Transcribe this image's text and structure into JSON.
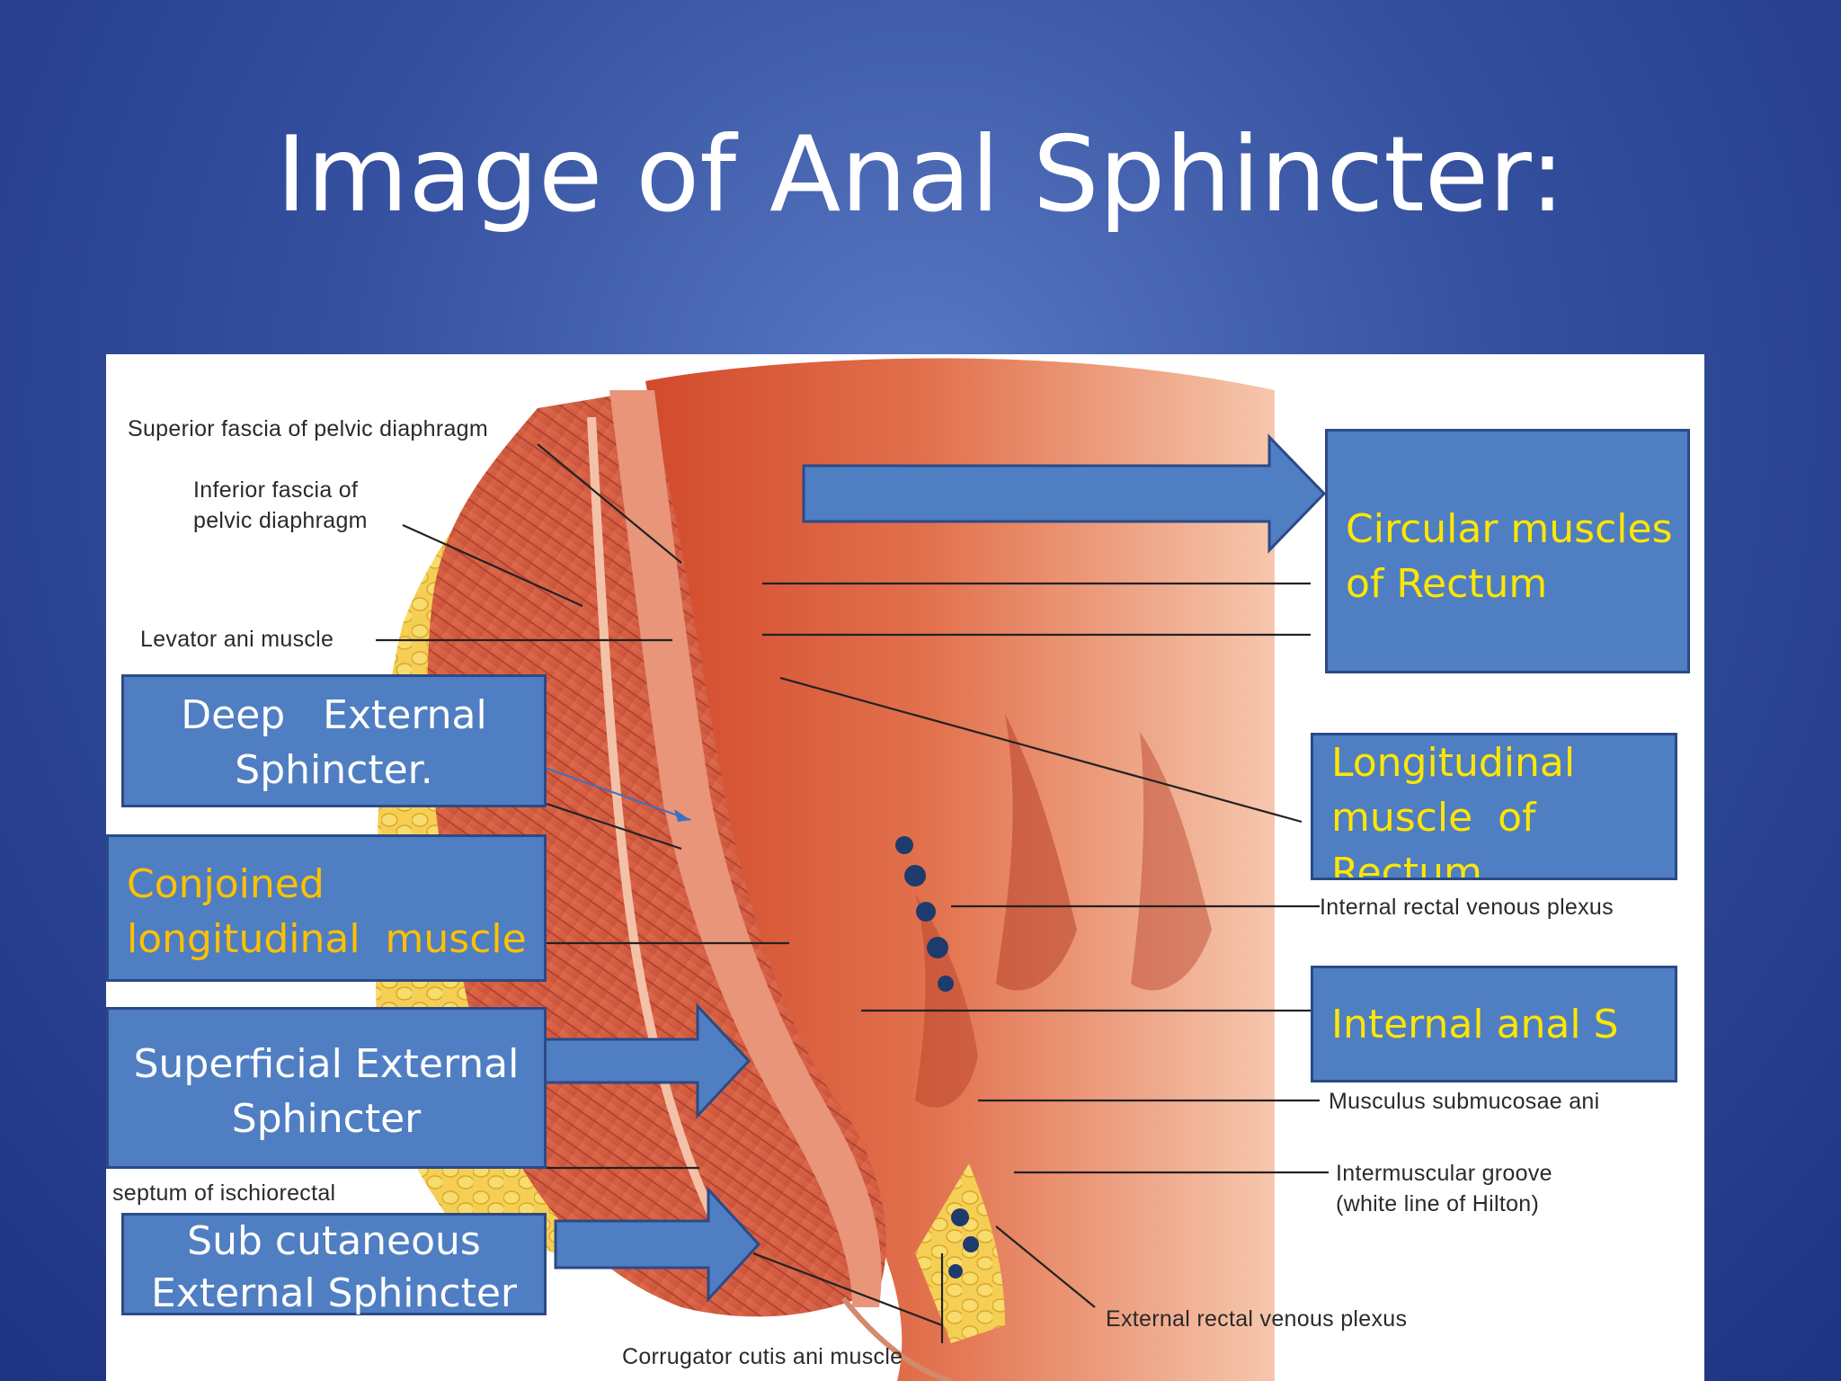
{
  "slide": {
    "title": "Image of Anal Sphincter:"
  },
  "figure_labels": {
    "superior_fascia": "Superior fascia of pelvic diaphragm",
    "inferior_fascia": "Inferior fascia of\npelvic diaphragm",
    "levator_ani": "Levator ani muscle",
    "septum": "septum of ischiorectal",
    "internal_rectal_plexus": "Internal rectal venous plexus",
    "musculus_submucosae": "Musculus submucosae ani",
    "intermuscular_groove": "Intermuscular groove\n(white line of Hilton)",
    "external_rectal_plexus": "External rectal venous plexus",
    "corrugator": "Corrugator cutis ani muscle"
  },
  "callouts": {
    "circular": "Circular muscles\nof Rectum",
    "longitudinal": "Longitudinal\nmuscle  of\nRectum",
    "deep_external": "Deep   External\nSphincter.",
    "conjoined": "Conjoined\nlongitudinal  muscle",
    "internal_anal": "Internal anal S",
    "superficial_external": "Superficial External\nSphincter",
    "subcutaneous_external": "Sub cutaneous\nExternal Sphincter"
  },
  "colors": {
    "callout_fill": "#4f7ec3",
    "callout_text_white": "#ffffff",
    "callout_text_yellow": "#ffe600",
    "callout_text_amber": "#ffc000",
    "muscle": "#d9694a",
    "fat": "#f2c94a"
  }
}
